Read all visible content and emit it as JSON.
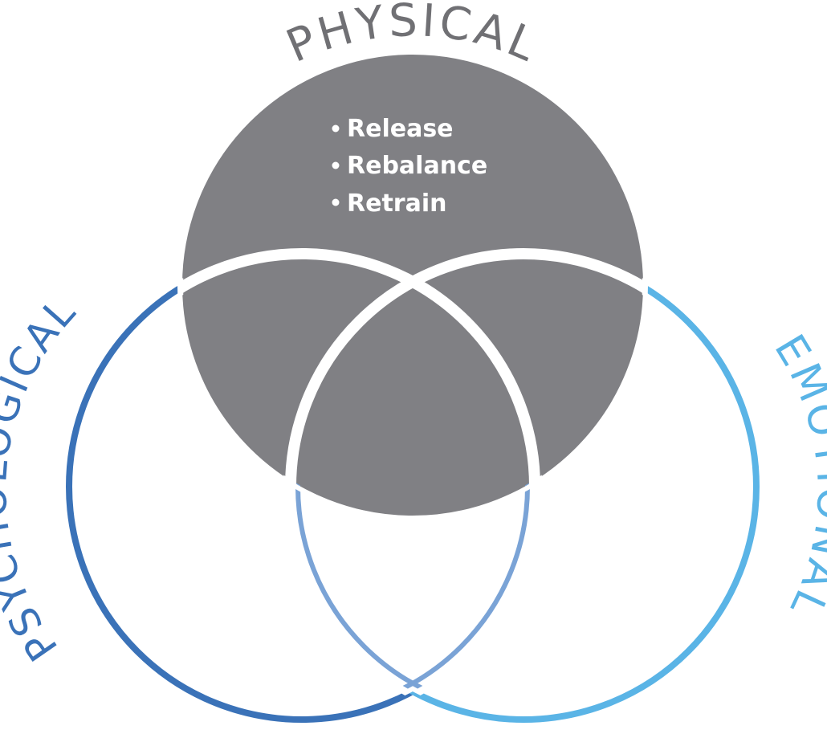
{
  "diagram": {
    "circles": {
      "physical": {
        "label": "PHYSICAL",
        "fill_color": "#808084",
        "label_color": "#707074",
        "items": [
          "Release",
          "Rebalance",
          "Retrain"
        ],
        "item_color": "#ffffff"
      },
      "psychological": {
        "label": "PSYCHOLOGICAL",
        "outline_color": "#3a72b8"
      },
      "emotional": {
        "label": "EMOTIONAL",
        "outline_color": "#5ab4e6"
      }
    },
    "center_outline_color": "#7aa3d6"
  }
}
